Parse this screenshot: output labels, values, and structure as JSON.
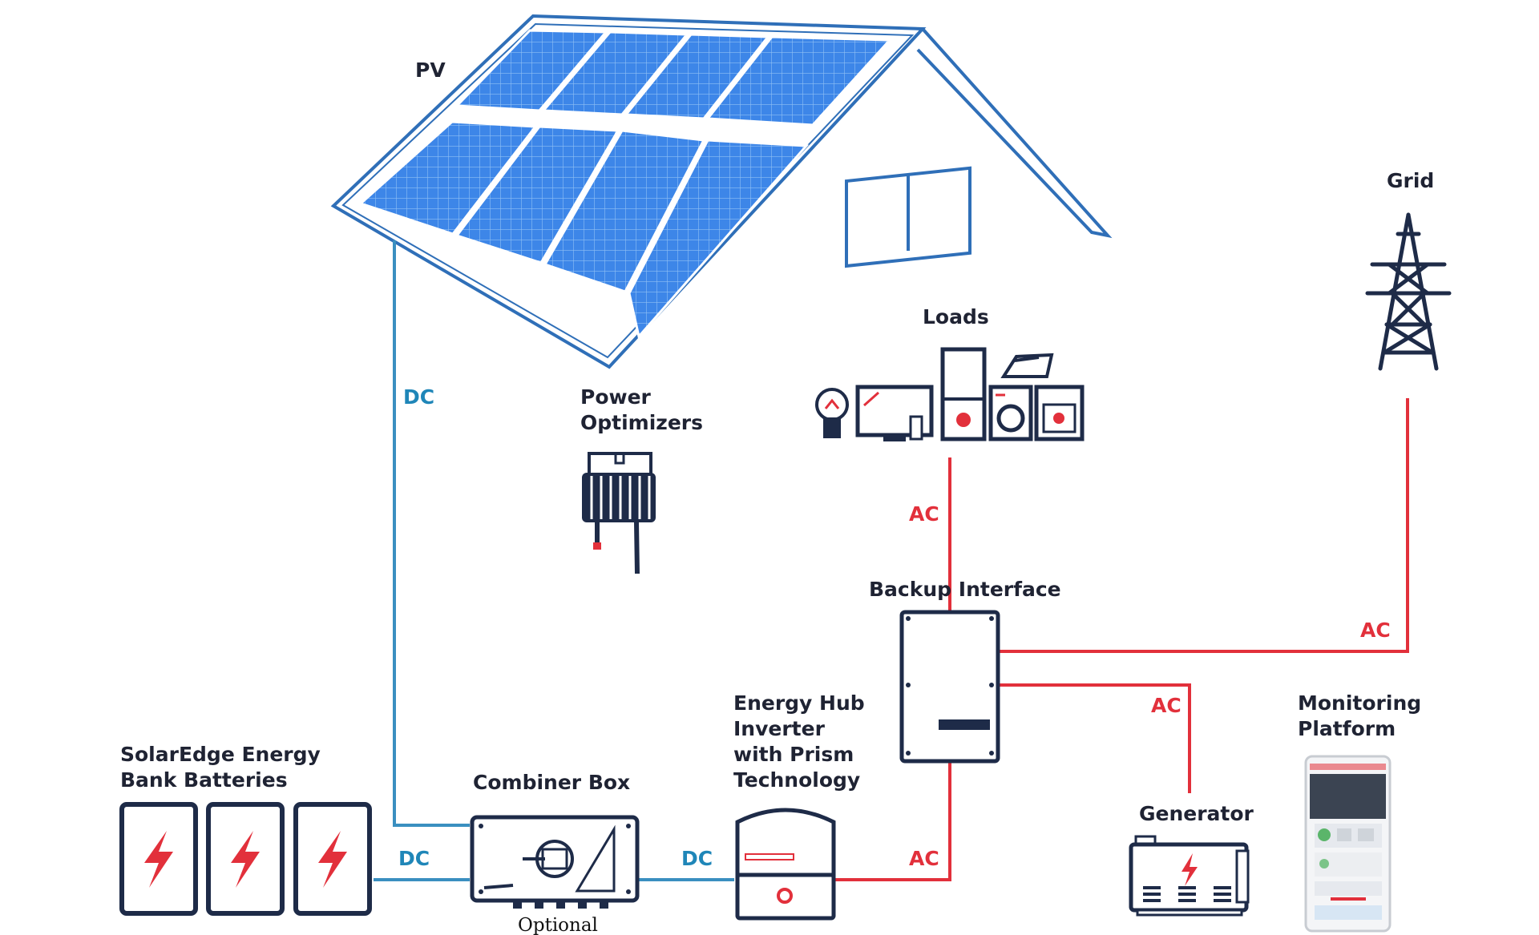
{
  "labels": {
    "pv": "PV",
    "grid": "Grid",
    "loads": "Loads",
    "power_optimizers_line1": "Power",
    "power_optimizers_line2": "Optimizers",
    "backup_interface": "Backup Interface",
    "energy_hub_line1": "Energy Hub",
    "energy_hub_line2": "Inverter",
    "energy_hub_line3": "with Prism",
    "energy_hub_line4": "Technology",
    "monitoring_line1": "Monitoring",
    "monitoring_line2": "Platform",
    "generator": "Generator",
    "batteries_line1": "SolarEdge Energy",
    "batteries_line2": "Bank Batteries",
    "combiner_box": "Combiner Box",
    "optional": "Optional"
  },
  "connections": {
    "dc_pv": "DC",
    "dc_battery": "DC",
    "dc_combiner": "DC",
    "ac_loads": "AC",
    "ac_grid": "AC",
    "ac_generator": "AC",
    "ac_inverter": "AC"
  },
  "colors": {
    "dc_line": "#3a8fc0",
    "ac_line": "#e2303b",
    "outline": "#1e2b48",
    "solar_panel": "#3b82e6",
    "roof": "#2f6fb8"
  },
  "icons": [
    "solar-panel-icon",
    "transmission-tower-icon",
    "light-bulb-icon",
    "television-icon",
    "refrigerator-icon",
    "washing-machine-icon",
    "oven-icon",
    "iron-icon",
    "power-optimizer-icon",
    "backup-interface-icon",
    "inverter-icon",
    "generator-icon",
    "smartphone-icon",
    "battery-icon",
    "combiner-box-icon"
  ]
}
